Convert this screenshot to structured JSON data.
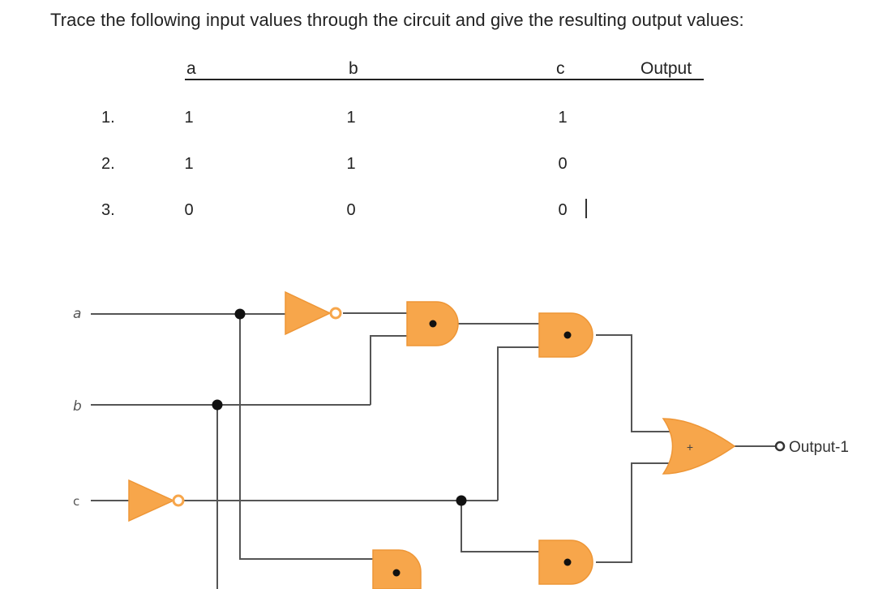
{
  "question": "Trace the following input values through the circuit and give the resulting output values:",
  "table": {
    "headers": {
      "a": "a",
      "b": "b",
      "c": "c",
      "output": "Output"
    },
    "rows": [
      {
        "num": "1.",
        "a": "1",
        "b": "1",
        "c": "1"
      },
      {
        "num": "2.",
        "a": "1",
        "b": "1",
        "c": "0"
      },
      {
        "num": "3.",
        "a": "0",
        "b": "0",
        "c": "0"
      }
    ]
  },
  "circuit": {
    "inputs": [
      "a",
      "b",
      "c"
    ],
    "or_gate_symbol": "+",
    "output_label": "Output-1"
  }
}
